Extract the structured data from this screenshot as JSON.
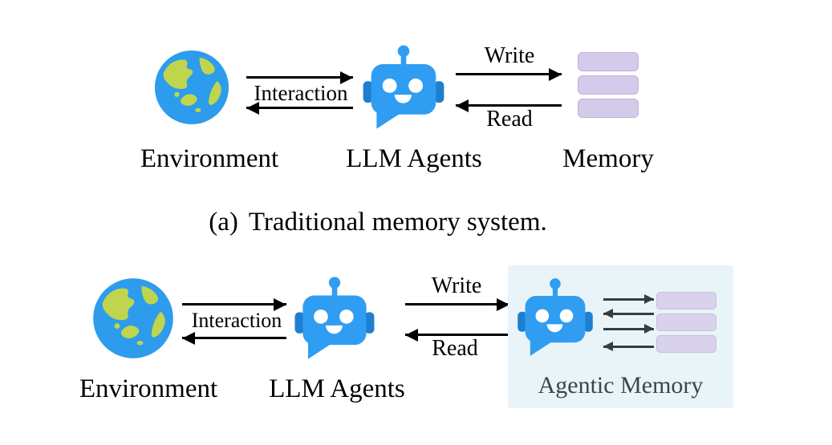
{
  "figure": {
    "caption_index": "(a)",
    "caption_text": "Traditional memory system."
  },
  "panel_a": {
    "interaction_label": "Interaction",
    "write_label": "Write",
    "read_label": "Read",
    "environment_label": "Environment",
    "agents_label": "LLM Agents",
    "memory_label": "Memory",
    "memory_slot_count": 3
  },
  "panel_b": {
    "interaction_label": "Interaction",
    "write_label": "Write",
    "read_label": "Read",
    "environment_label": "Environment",
    "agents_label": "LLM Agents",
    "agentic_memory_label": "Agentic Memory",
    "memory_slot_count": 3
  },
  "icons": {
    "environment": "earth-globe-icon",
    "agent": "robot-chat-icon",
    "memory": "stacked-memory-slots"
  },
  "colors": {
    "robot_blue": "#2F9DF2",
    "robot_ear_blue": "#1E7FD0",
    "earth_ocean": "#2D9CEC",
    "earth_land": "#BFD54D",
    "memory_slot_fill": "#D3CBE9",
    "memory_slot_border": "#BDB2DB",
    "agentic_box_bg": "#E9F4F8",
    "agentic_arrow": "#353C43",
    "agentic_label_color": "#3A454E",
    "black_arrow": "#000000"
  }
}
